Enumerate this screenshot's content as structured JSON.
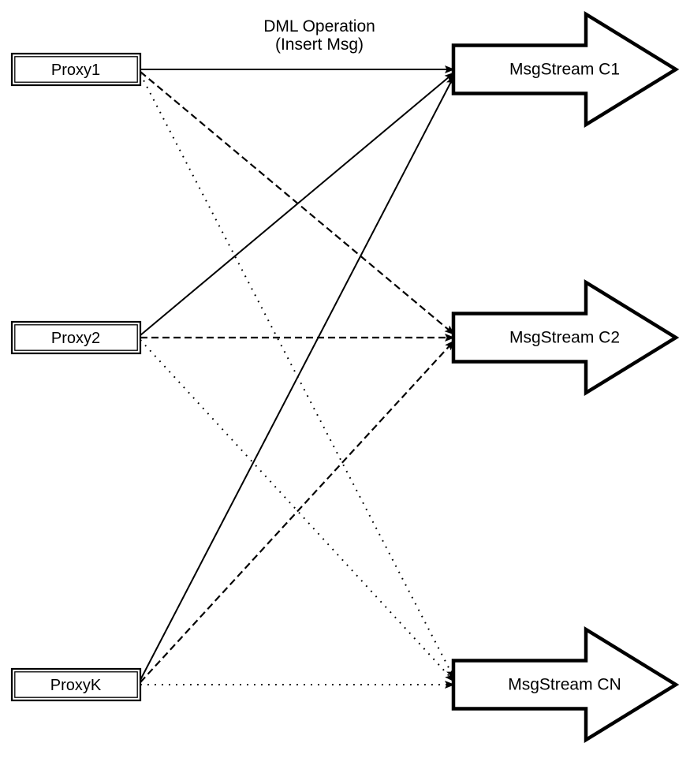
{
  "title": {
    "line1": "DML Operation",
    "line2": "(Insert Msg)"
  },
  "diagram": {
    "proxies": [
      {
        "id": "p1",
        "label": "Proxy1"
      },
      {
        "id": "p2",
        "label": "Proxy2"
      },
      {
        "id": "pk",
        "label": "ProxyK"
      }
    ],
    "streams": [
      {
        "id": "c1",
        "label": "MsgStream C1"
      },
      {
        "id": "c2",
        "label": "MsgStream C2"
      },
      {
        "id": "cn",
        "label": "MsgStream CN"
      }
    ],
    "edges": [
      {
        "from": "p1",
        "to": "c1",
        "style": "solid"
      },
      {
        "from": "p1",
        "to": "c2",
        "style": "dashed"
      },
      {
        "from": "p1",
        "to": "cn",
        "style": "dotted"
      },
      {
        "from": "p2",
        "to": "c1",
        "style": "solid"
      },
      {
        "from": "p2",
        "to": "c2",
        "style": "dashed"
      },
      {
        "from": "p2",
        "to": "cn",
        "style": "dotted"
      },
      {
        "from": "pk",
        "to": "c1",
        "style": "solid"
      },
      {
        "from": "pk",
        "to": "c2",
        "style": "dashed"
      },
      {
        "from": "pk",
        "to": "cn",
        "style": "dotted"
      }
    ],
    "colors": {
      "stroke": "#000000",
      "fill": "#ffffff"
    }
  }
}
